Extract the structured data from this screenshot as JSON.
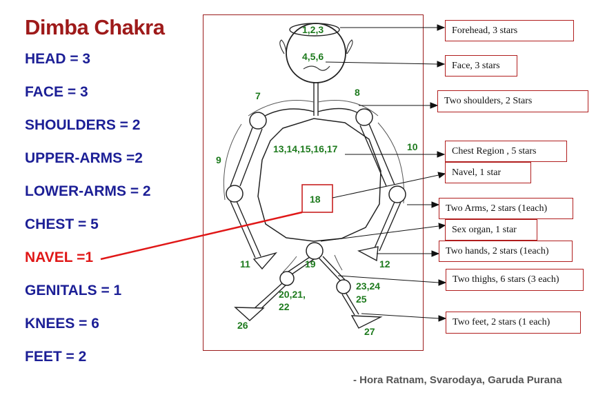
{
  "title": "Dimba Chakra",
  "left_list": [
    {
      "text": "HEAD = 3"
    },
    {
      "text": "FACE = 3"
    },
    {
      "text": "SHOULDERS = 2"
    },
    {
      "text": "UPPER-ARMS =2"
    },
    {
      "text": "LOWER-ARMS = 2"
    },
    {
      "text": "CHEST = 5"
    },
    {
      "text": "NAVEL =1"
    },
    {
      "text": "GENITALS = 1"
    },
    {
      "text": "KNEES = 6"
    },
    {
      "text": "FEET = 2"
    }
  ],
  "callouts": [
    "Forehead, 3 stars",
    "Face, 3 stars",
    "Two shoulders, 2 Stars",
    "Chest Region , 5 stars",
    "Navel, 1 star",
    "Two Arms, 2 stars (1each)",
    "Sex organ, 1 star",
    "Two hands, 2 stars (1each)",
    "Two thighs,  6 stars (3 each)",
    "Two feet,  2 stars (1 each)"
  ],
  "figure_labels": {
    "forehead": "1,2,3",
    "face": "4,5,6",
    "left_shoulder": "7",
    "right_shoulder": "8",
    "left_arm": "9",
    "right_arm": "10",
    "chest": "13,14,15,16,17",
    "navel": "18",
    "left_hand": "11",
    "right_hand": "12",
    "genitals": "19",
    "left_knee_a": "20,21,",
    "left_knee_b": "22",
    "right_knee_a": "23,24",
    "right_knee_b": "25",
    "left_foot": "26",
    "right_foot": "27"
  },
  "source": "- Hora Ratnam, Svarodaya, Garuda Purana",
  "colors": {
    "title": "#9e1a1a",
    "list": "#1c1f96",
    "highlight": "#e01717",
    "numbers": "#1d7a1d",
    "border": "#b01c1c"
  }
}
